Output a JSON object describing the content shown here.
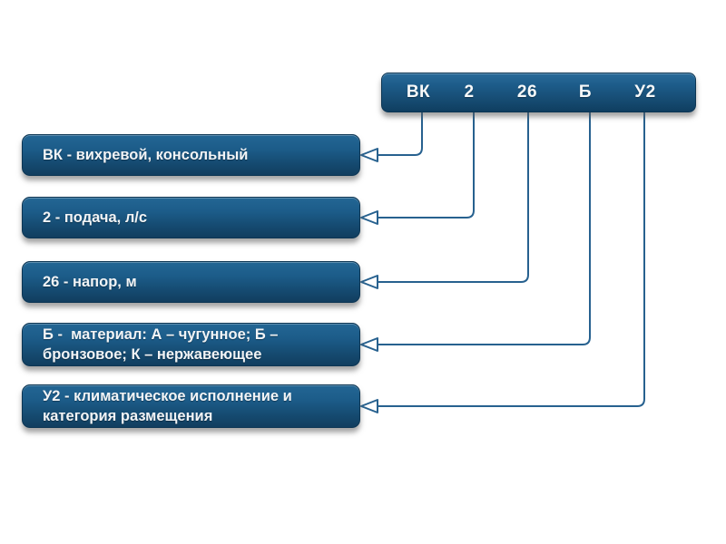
{
  "diagram": {
    "title_hint": "Pump designation code explanation",
    "code_bar": {
      "segments": [
        {
          "label": "ВК"
        },
        {
          "label": "2"
        },
        {
          "label": "26"
        },
        {
          "label": "Б"
        },
        {
          "label": "У2"
        }
      ]
    },
    "legend_boxes": [
      {
        "text": "ВК - вихревой, консольный"
      },
      {
        "text": "2 - подача, л/с"
      },
      {
        "text": "26 - напор, м"
      },
      {
        "text": "Б -  материал: А – чугунное; Б – бронзовое; К – нержавеющее"
      },
      {
        "text": "У2 - климатическое исполнение и категория размещения"
      }
    ],
    "colors": {
      "box_gradient_top": "#236694",
      "box_gradient_bottom": "#113e5f",
      "connector": "#27618f",
      "text": "#ffffff",
      "background": "#ffffff"
    }
  }
}
